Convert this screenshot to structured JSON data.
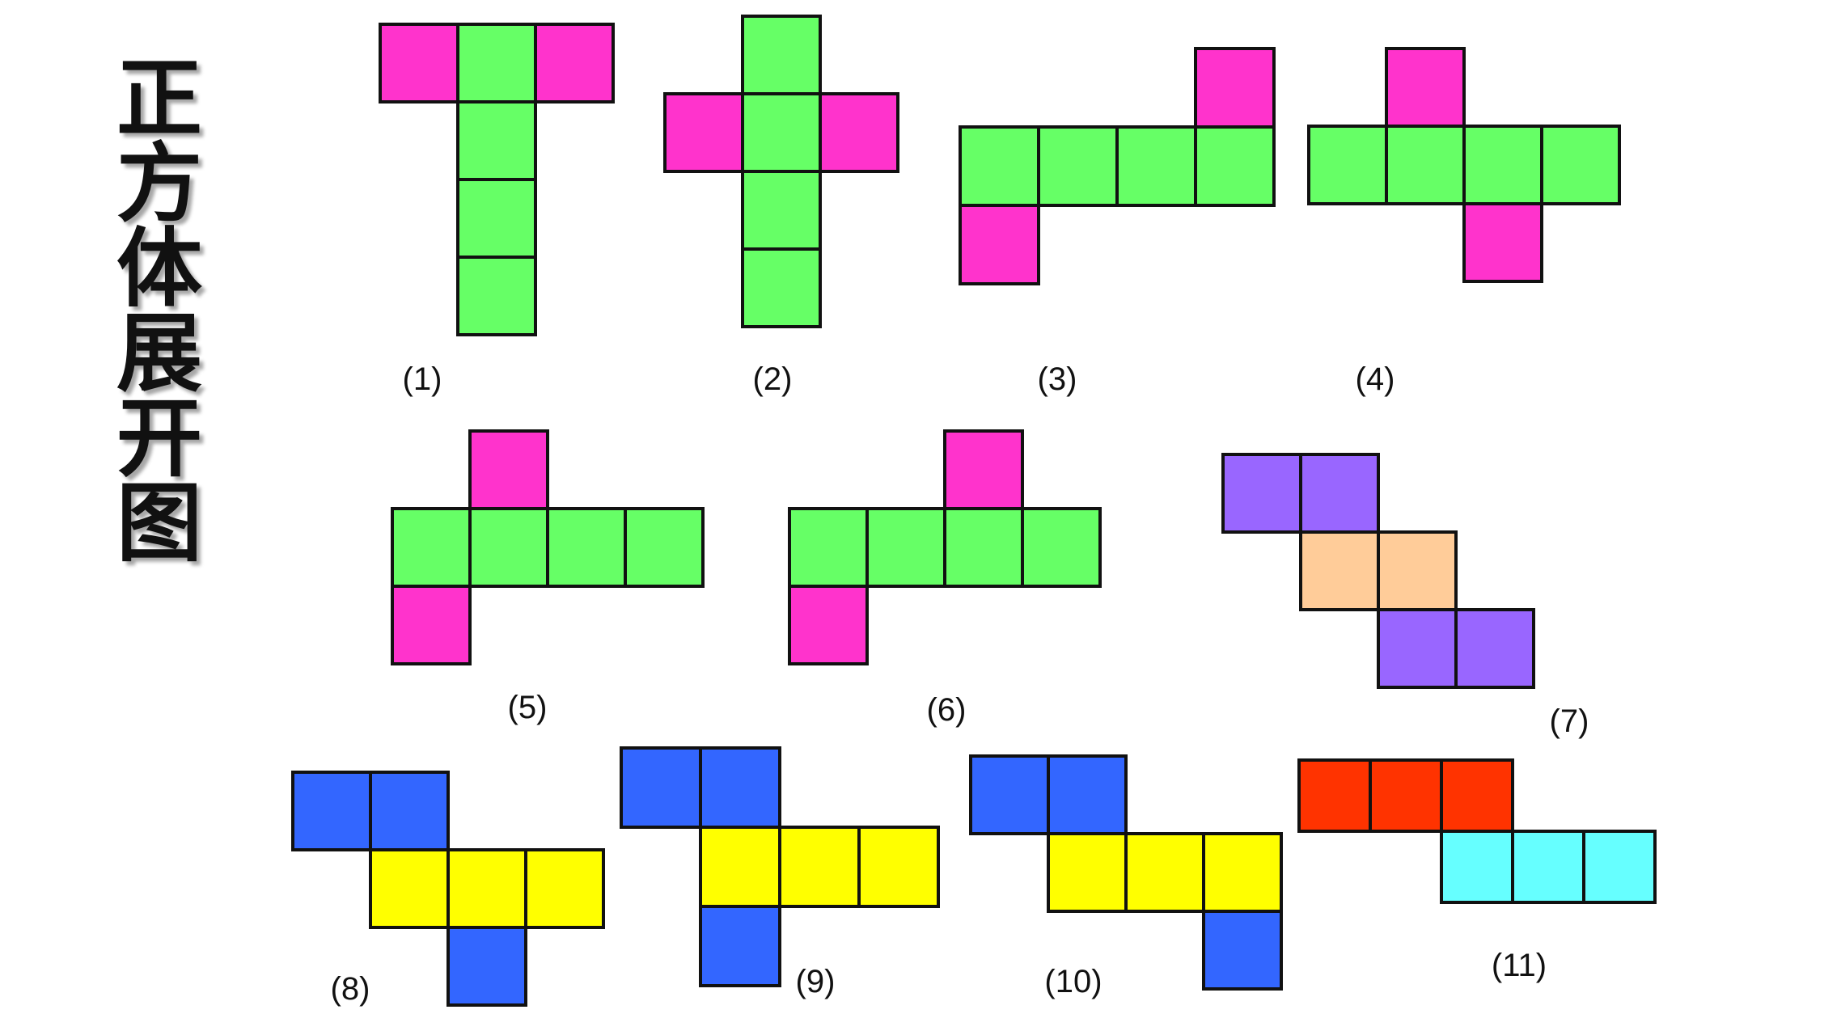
{
  "title": "正方体展开图",
  "colors": {
    "pink": "#ff33cc",
    "green": "#66ff66",
    "purple": "#9966ff",
    "peach": "#ffcc99",
    "blue": "#3366ff",
    "yellow": "#ffff00",
    "red": "#ff3300",
    "cyan": "#66ffff",
    "outline": "#111111"
  },
  "nets": [
    {
      "label": "(1)",
      "squares": [
        [
          0,
          0,
          "pink"
        ],
        [
          1,
          0,
          "green"
        ],
        [
          2,
          0,
          "pink"
        ],
        [
          1,
          1,
          "green"
        ],
        [
          1,
          2,
          "green"
        ],
        [
          1,
          3,
          "green"
        ]
      ]
    },
    {
      "label": "(2)",
      "squares": [
        [
          1,
          0,
          "green"
        ],
        [
          0,
          1,
          "pink"
        ],
        [
          1,
          1,
          "green"
        ],
        [
          2,
          1,
          "pink"
        ],
        [
          1,
          2,
          "green"
        ],
        [
          1,
          3,
          "green"
        ]
      ]
    },
    {
      "label": "(3)",
      "squares": [
        [
          3,
          0,
          "pink"
        ],
        [
          0,
          1,
          "green"
        ],
        [
          1,
          1,
          "green"
        ],
        [
          2,
          1,
          "green"
        ],
        [
          3,
          1,
          "green"
        ],
        [
          0,
          2,
          "pink"
        ]
      ]
    },
    {
      "label": "(4)",
      "squares": [
        [
          1,
          0,
          "pink"
        ],
        [
          0,
          1,
          "green"
        ],
        [
          1,
          1,
          "green"
        ],
        [
          2,
          1,
          "green"
        ],
        [
          3,
          1,
          "green"
        ],
        [
          2,
          2,
          "pink"
        ]
      ]
    },
    {
      "label": "(5)",
      "squares": [
        [
          1,
          0,
          "pink"
        ],
        [
          0,
          1,
          "green"
        ],
        [
          1,
          1,
          "green"
        ],
        [
          2,
          1,
          "green"
        ],
        [
          3,
          1,
          "green"
        ],
        [
          0,
          2,
          "pink"
        ]
      ]
    },
    {
      "label": "(6)",
      "squares": [
        [
          2,
          0,
          "pink"
        ],
        [
          0,
          1,
          "green"
        ],
        [
          1,
          1,
          "green"
        ],
        [
          2,
          1,
          "green"
        ],
        [
          3,
          1,
          "green"
        ],
        [
          0,
          2,
          "pink"
        ]
      ]
    },
    {
      "label": "(7)",
      "squares": [
        [
          0,
          0,
          "purple"
        ],
        [
          1,
          0,
          "purple"
        ],
        [
          1,
          1,
          "peach"
        ],
        [
          2,
          1,
          "peach"
        ],
        [
          2,
          2,
          "purple"
        ],
        [
          3,
          2,
          "purple"
        ]
      ]
    },
    {
      "label": "(8)",
      "squares": [
        [
          0,
          0,
          "blue"
        ],
        [
          1,
          0,
          "blue"
        ],
        [
          1,
          1,
          "yellow"
        ],
        [
          2,
          1,
          "yellow"
        ],
        [
          3,
          1,
          "yellow"
        ],
        [
          2,
          2,
          "blue"
        ]
      ]
    },
    {
      "label": "(9)",
      "squares": [
        [
          0,
          0,
          "blue"
        ],
        [
          1,
          0,
          "blue"
        ],
        [
          1,
          1,
          "yellow"
        ],
        [
          2,
          1,
          "yellow"
        ],
        [
          3,
          1,
          "yellow"
        ],
        [
          1,
          2,
          "blue"
        ]
      ]
    },
    {
      "label": "(10)",
      "squares": [
        [
          0,
          0,
          "blue"
        ],
        [
          1,
          0,
          "blue"
        ],
        [
          1,
          1,
          "yellow"
        ],
        [
          2,
          1,
          "yellow"
        ],
        [
          3,
          1,
          "yellow"
        ],
        [
          3,
          2,
          "blue"
        ]
      ]
    },
    {
      "label": "(11)",
      "squares": [
        [
          0,
          0,
          "red"
        ],
        [
          1,
          0,
          "red"
        ],
        [
          2,
          0,
          "red"
        ],
        [
          2,
          1,
          "cyan"
        ],
        [
          3,
          1,
          "cyan"
        ],
        [
          4,
          1,
          "cyan"
        ]
      ]
    }
  ]
}
